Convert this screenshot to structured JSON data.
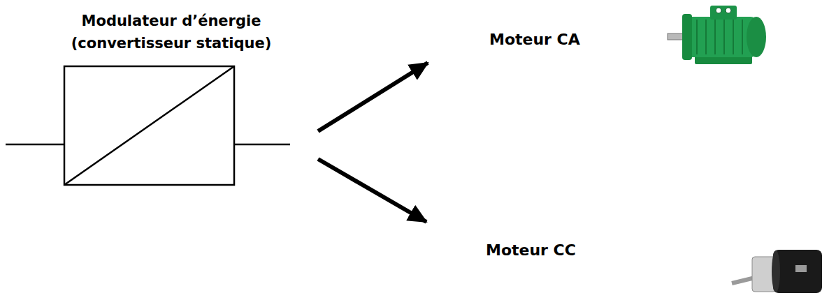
{
  "diagram": {
    "nodes": [
      {
        "text": [
          "Modulateur d’énergie (convertisseur statique)"
        ]
      },
      {
        "text": [
          "Moteur CA"
        ]
      },
      {
        "text": [
          "Moteur CC"
        ]
      }
    ],
    "edges": [
      {
        "from": 0,
        "to": 1,
        "arrow": "to"
      },
      {
        "from": 0,
        "to": 2,
        "arrow": "to"
      }
    ]
  }
}
